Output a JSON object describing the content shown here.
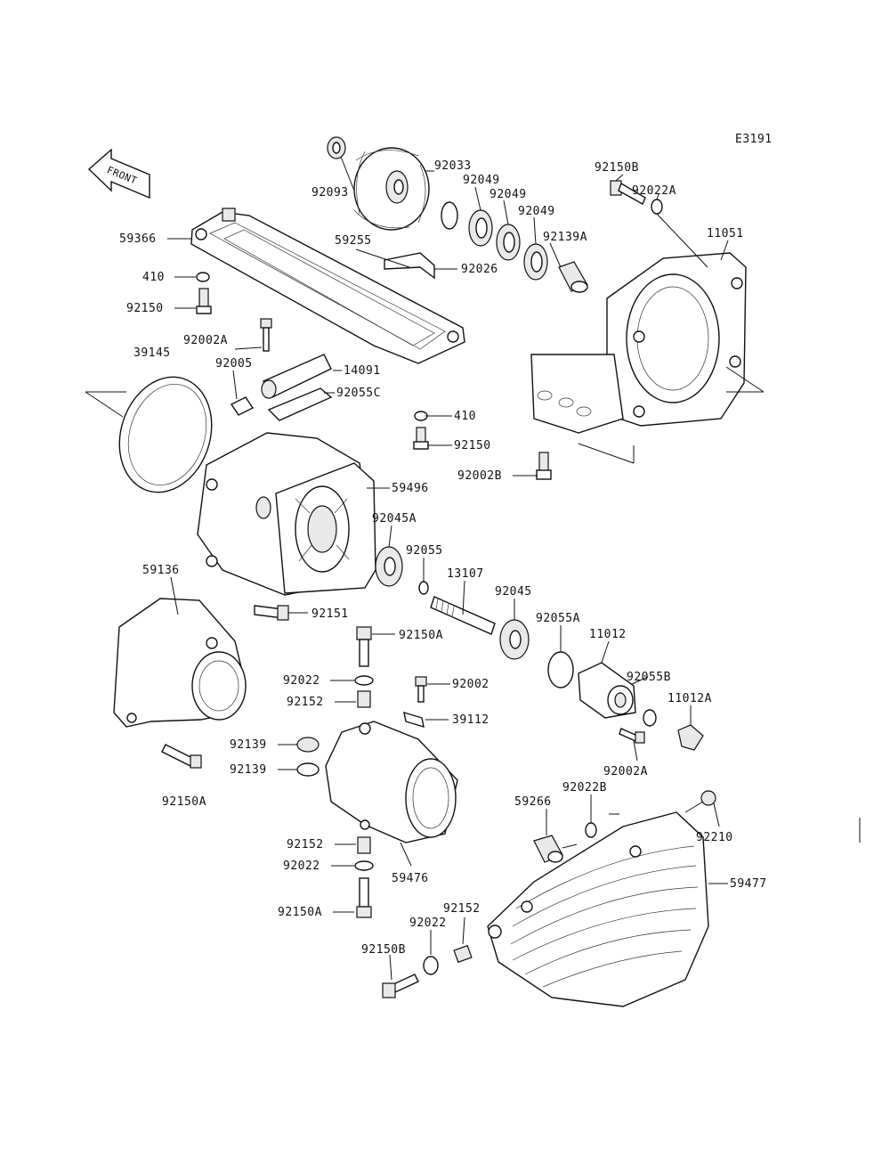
{
  "diagram_code": "E3191",
  "front_label": "FRONT",
  "labels": {
    "p92093": "92093",
    "p92033": "92033",
    "p92049a": "92049",
    "p92049b": "92049",
    "p92049c": "92049",
    "p92150B_top": "92150B",
    "p92022A": "92022A",
    "p11051": "11051",
    "p59366": "59366",
    "p59255": "59255",
    "p92139A": "92139A",
    "p92026": "92026",
    "p410a": "410",
    "p92150a": "92150",
    "p92002A": "92002A",
    "p39145": "39145",
    "p92005": "92005",
    "p14091": "14091",
    "p92055C": "92055C",
    "p410b": "410",
    "p92150b": "92150",
    "p92002B": "92002B",
    "p59496": "59496",
    "p92045A": "92045A",
    "p92055": "92055",
    "p59136": "59136",
    "p13107": "13107",
    "p92045": "92045",
    "p92151": "92151",
    "p92055A": "92055A",
    "p11012": "11012",
    "p92150A_mid": "92150A",
    "p92055B": "92055B",
    "p92022_mid": "92022",
    "p92002": "92002",
    "p11012A": "11012A",
    "p92152a": "92152",
    "p39112": "39112",
    "p92139a": "92139",
    "p92139b": "92139",
    "p92002A_low": "92002A",
    "p92150A_left": "92150A",
    "p92022B": "92022B",
    "p59266": "59266",
    "p92210": "92210",
    "p92152b": "92152",
    "p92022_low": "92022",
    "p59476": "59476",
    "p59477": "59477",
    "p92150A_bot": "92150A",
    "p92152c": "92152",
    "p92022_bot": "92022",
    "p92150B_bot": "92150B"
  }
}
